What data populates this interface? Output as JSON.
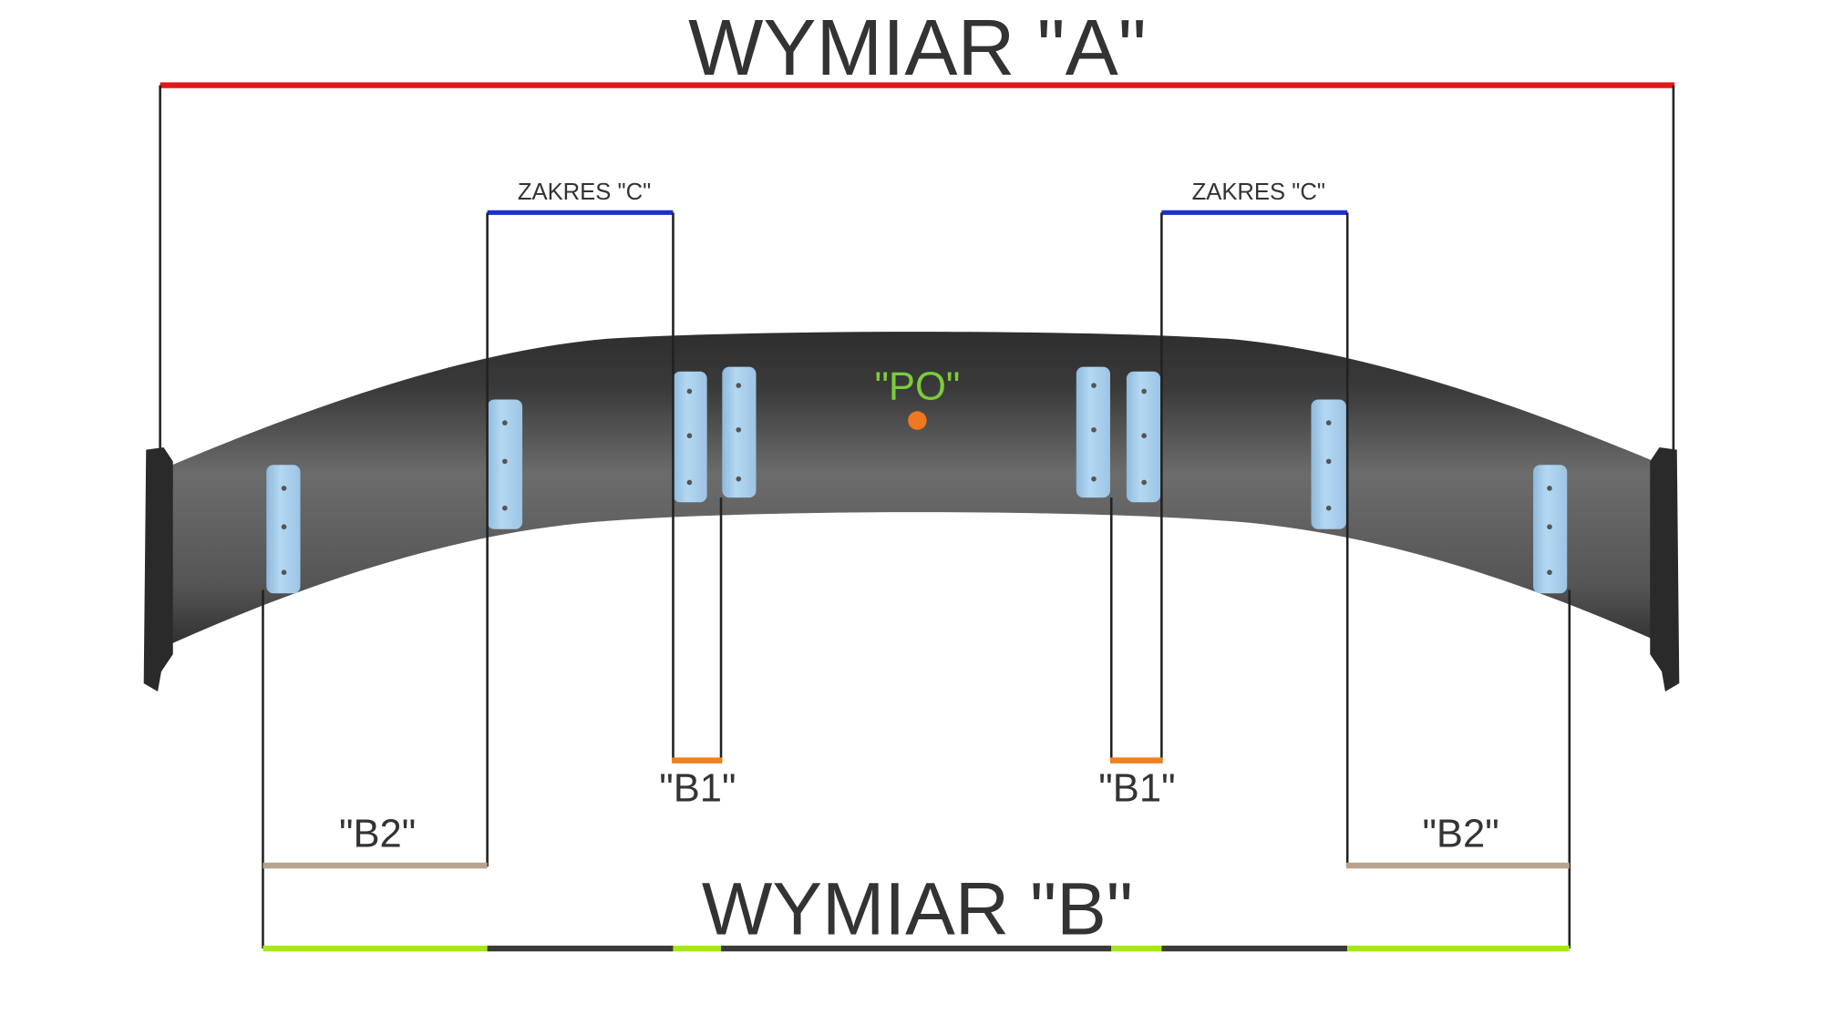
{
  "title_a": "WYMIAR \"A\"",
  "title_b": "WYMIAR \"B\"",
  "zakres_left": "ZAKRES \"C\"",
  "zakres_right": "ZAKRES \"C\"",
  "b1_left": "\"B1\"",
  "b1_right": "\"B1\"",
  "b2_left": "\"B2\"",
  "b2_right": "\"B2\"",
  "po_label": "\"PO\"",
  "colors": {
    "dimension_a": "#e01818",
    "zakres_c": "#1a2fd0",
    "b1": "#f08020",
    "b2": "#b8a48c",
    "dimension_b_green": "#a6e61e",
    "po_text": "#7ccc3c",
    "po_dot": "#f07820",
    "spoiler": "#3c3c3c",
    "plate": "#a8d0ee"
  }
}
